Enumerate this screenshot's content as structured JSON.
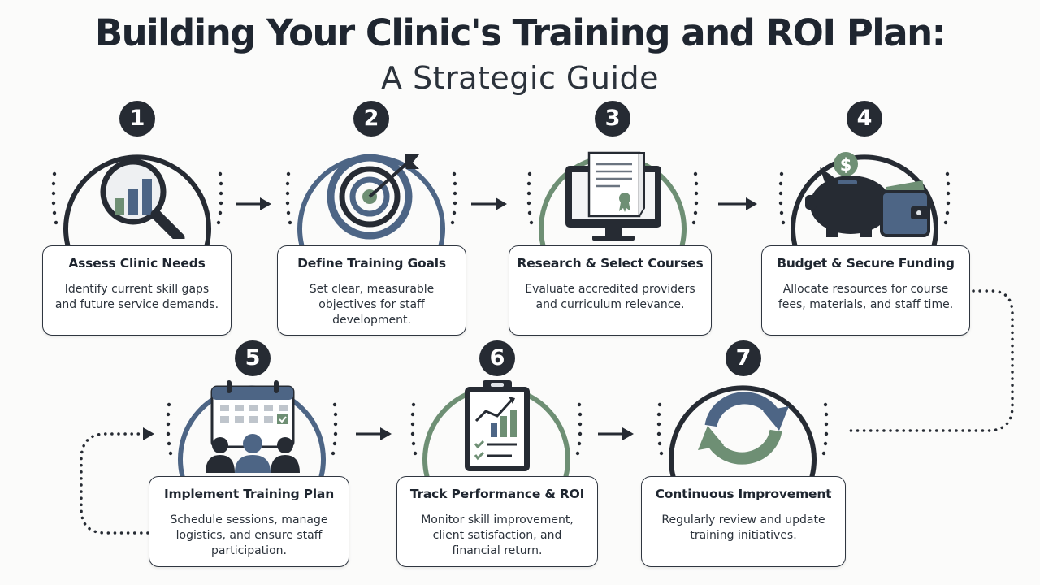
{
  "header": {
    "title": "Building Your Clinic's Training and ROI Plan:",
    "subtitle": "A Strategic Guide"
  },
  "colors": {
    "navy": "#262b33",
    "slate_blue": "#4d6585",
    "sage_green": "#6e8f74",
    "card_border": "#2f3640"
  },
  "steps": [
    {
      "number": "1",
      "title": "Assess Clinic Needs",
      "description": "Identify current skill gaps and future service demands.",
      "icon": "magnifier-bar-chart-icon",
      "ring_color": "navy"
    },
    {
      "number": "2",
      "title": "Define Training Goals",
      "description": "Set clear, measurable objectives for staff development.",
      "icon": "target-arrow-icon",
      "ring_color": "slate_blue"
    },
    {
      "number": "3",
      "title": "Research & Select Courses",
      "description": "Evaluate accredited providers and curriculum relevance.",
      "icon": "monitor-certificate-icon",
      "ring_color": "sage_green"
    },
    {
      "number": "4",
      "title": "Budget & Secure Funding",
      "description": "Allocate resources for course fees, materials, and staff time.",
      "icon": "piggy-bank-wallet-icon",
      "ring_color": "navy"
    },
    {
      "number": "5",
      "title": "Implement Training Plan",
      "description": "Schedule sessions, manage logistics, and ensure staff participation.",
      "icon": "calendar-team-icon",
      "ring_color": "slate_blue"
    },
    {
      "number": "6",
      "title": "Track Performance & ROI",
      "description": "Monitor skill improvement, client satisfaction, and financial return.",
      "icon": "clipboard-chart-icon",
      "ring_color": "sage_green"
    },
    {
      "number": "7",
      "title": "Continuous Improvement",
      "description": "Regularly review and update training initiatives.",
      "icon": "cycle-arrows-icon",
      "ring_color": "navy"
    }
  ]
}
